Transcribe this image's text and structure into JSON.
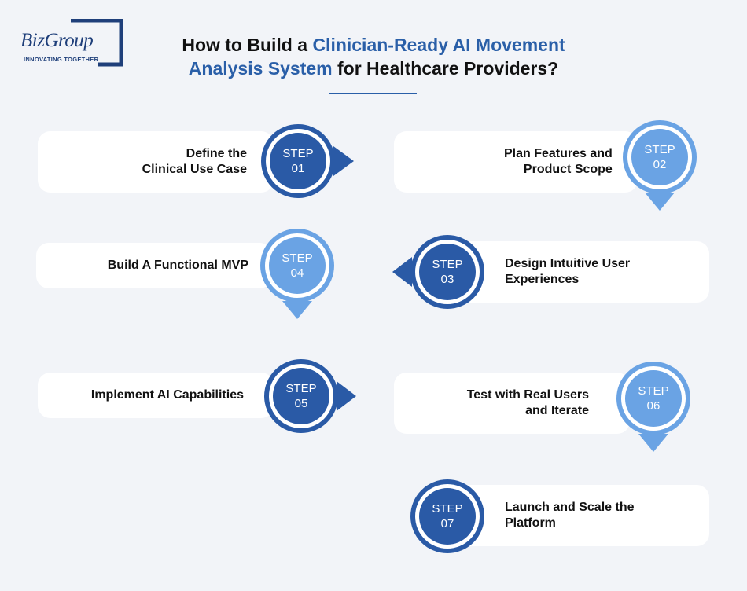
{
  "brand": {
    "name": "BizGroup",
    "tagline": "INNOVATING TOGETHER"
  },
  "title": {
    "line1_prefix": "How to Build a ",
    "line1_highlight": "Clinician-Ready AI Movement",
    "line2_highlight": "Analysis System",
    "line2_suffix": " for Healthcare Providers?"
  },
  "colors": {
    "dark_blue": "#2a5aa6",
    "light_blue": "#6aa3e4",
    "title_blue": "#2a5fa8",
    "card": "#ffffff",
    "background": "#f2f4f8"
  },
  "steps": [
    {
      "label": "STEP",
      "number": "01",
      "text": "Define the\nClinical Use Case",
      "style": "dark",
      "arrow": "right-arrow-icon"
    },
    {
      "label": "STEP",
      "number": "02",
      "text": "Plan Features and\nProduct Scope",
      "style": "light",
      "arrow": "down-arrow-icon"
    },
    {
      "label": "STEP",
      "number": "03",
      "text": "Design Intuitive User\nExperiences",
      "style": "dark",
      "arrow": "left-arrow-icon"
    },
    {
      "label": "STEP",
      "number": "04",
      "text": "Build A Functional MVP",
      "style": "light",
      "arrow": "down-arrow-icon"
    },
    {
      "label": "STEP",
      "number": "05",
      "text": "Implement AI Capabilities",
      "style": "dark",
      "arrow": "right-arrow-icon"
    },
    {
      "label": "STEP",
      "number": "06",
      "text": "Test with Real Users\nand Iterate",
      "style": "light",
      "arrow": "down-arrow-icon"
    },
    {
      "label": "STEP",
      "number": "07",
      "text": "Launch and Scale the\nPlatform",
      "style": "dark",
      "arrow": "none"
    }
  ]
}
